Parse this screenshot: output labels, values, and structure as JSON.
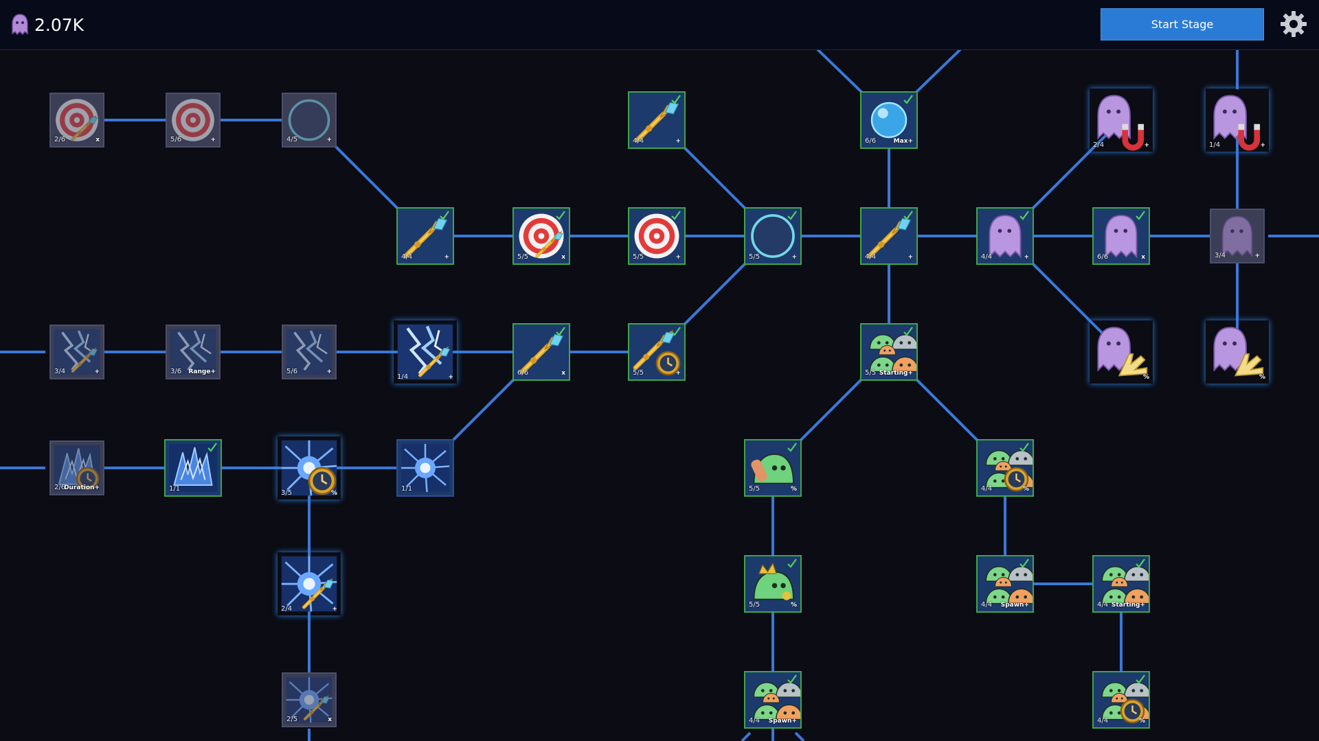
{
  "header": {
    "currency_amount": "2.07K",
    "currency_icon": "ghost-icon",
    "start_label": "Start Stage",
    "settings_icon": "gear-icon"
  },
  "colors": {
    "background": "#0b0c14",
    "connector": "#3a78d8",
    "maxed_border": "#3fa54a",
    "button": "#2a7bd6"
  },
  "nodes": [
    {
      "id": "n1",
      "icon": "target-wand",
      "level": "2/6",
      "suffix": "x",
      "state": "locked"
    },
    {
      "id": "n2",
      "icon": "target",
      "level": "5/6",
      "suffix": "+",
      "state": "locked"
    },
    {
      "id": "n3",
      "icon": "ring",
      "level": "4/5",
      "suffix": "+",
      "state": "locked"
    },
    {
      "id": "n4",
      "icon": "wand",
      "level": "4/4",
      "suffix": "+",
      "state": "maxed"
    },
    {
      "id": "n5",
      "icon": "bubble",
      "level": "6/6",
      "suffix": "Max+",
      "state": "maxed"
    },
    {
      "id": "n6",
      "icon": "ghost-magnet",
      "level": "2/4",
      "suffix": "+",
      "state": "available"
    },
    {
      "id": "n7",
      "icon": "ghost-magnet",
      "level": "1/4",
      "suffix": "+",
      "state": "available"
    },
    {
      "id": "n8",
      "icon": "wand",
      "level": "4/4",
      "suffix": "+",
      "state": "maxed"
    },
    {
      "id": "n9",
      "icon": "target-wand",
      "level": "5/5",
      "suffix": "x",
      "state": "maxed"
    },
    {
      "id": "n10",
      "icon": "target",
      "level": "5/5",
      "suffix": "+",
      "state": "maxed"
    },
    {
      "id": "n11",
      "icon": "ring",
      "level": "5/5",
      "suffix": "+",
      "state": "maxed"
    },
    {
      "id": "n12",
      "icon": "wand",
      "level": "4/4",
      "suffix": "+",
      "state": "maxed"
    },
    {
      "id": "n13",
      "icon": "ghost",
      "level": "4/4",
      "suffix": "+",
      "state": "maxed"
    },
    {
      "id": "n14",
      "icon": "ghost",
      "level": "6/6",
      "suffix": "x",
      "state": "maxed"
    },
    {
      "id": "n15",
      "icon": "ghost",
      "level": "3/4",
      "suffix": "+",
      "state": "locked"
    },
    {
      "id": "n16",
      "icon": "lightning-wand",
      "level": "3/4",
      "suffix": "+",
      "state": "locked"
    },
    {
      "id": "n17",
      "icon": "lightning",
      "level": "3/6",
      "suffix": "Range+",
      "state": "locked"
    },
    {
      "id": "n18",
      "icon": "lightning",
      "level": "5/6",
      "suffix": "+",
      "state": "locked"
    },
    {
      "id": "n19",
      "icon": "lightning-wand",
      "level": "1/4",
      "suffix": "+",
      "state": "available"
    },
    {
      "id": "n20",
      "icon": "wand",
      "level": "6/6",
      "suffix": "x",
      "state": "maxed"
    },
    {
      "id": "n21",
      "icon": "wand-clock",
      "level": "5/5",
      "suffix": "+",
      "state": "maxed"
    },
    {
      "id": "n22",
      "icon": "slimes",
      "level": "5/5",
      "suffix": "Starting+",
      "state": "maxed"
    },
    {
      "id": "n23",
      "icon": "ghost-hand",
      "level": "",
      "suffix": "%",
      "state": "available"
    },
    {
      "id": "n24",
      "icon": "ghost-hand",
      "level": "",
      "suffix": "%",
      "state": "available"
    },
    {
      "id": "n25",
      "icon": "ice-clock",
      "level": "2/6",
      "suffix": "Duration+",
      "state": "locked"
    },
    {
      "id": "n26",
      "icon": "ice",
      "level": "1/1",
      "suffix": "",
      "state": "maxed"
    },
    {
      "id": "n27",
      "icon": "burst-clock",
      "level": "3/5",
      "suffix": "%",
      "state": "available"
    },
    {
      "id": "n28",
      "icon": "burst",
      "level": "1/1",
      "suffix": "",
      "state": "plain"
    },
    {
      "id": "n29",
      "icon": "slime-bandage",
      "level": "5/5",
      "suffix": "%",
      "state": "maxed"
    },
    {
      "id": "n30",
      "icon": "slimes-clock",
      "level": "4/4",
      "suffix": "%",
      "state": "maxed"
    },
    {
      "id": "n31",
      "icon": "burst-wand",
      "level": "2/4",
      "suffix": "+",
      "state": "available"
    },
    {
      "id": "n32",
      "icon": "slime-crown",
      "level": "5/5",
      "suffix": "%",
      "state": "maxed"
    },
    {
      "id": "n33",
      "icon": "slimes",
      "level": "4/4",
      "suffix": "Spawn+",
      "state": "maxed"
    },
    {
      "id": "n34",
      "icon": "slimes",
      "level": "4/4",
      "suffix": "Starting+",
      "state": "maxed"
    },
    {
      "id": "n35",
      "icon": "burst-wand",
      "level": "2/5",
      "suffix": "x",
      "state": "locked"
    },
    {
      "id": "n36",
      "icon": "slimes",
      "level": "4/4",
      "suffix": "Spawn+",
      "state": "maxed"
    },
    {
      "id": "n37",
      "icon": "slimes-clock",
      "level": "4/4",
      "suffix": "%",
      "state": "maxed"
    }
  ],
  "links": [
    [
      "n1",
      "n2"
    ],
    [
      "n2",
      "n3"
    ],
    [
      "n3",
      "n8"
    ],
    [
      "n8",
      "n9"
    ],
    [
      "n9",
      "n10"
    ],
    [
      "n10",
      "n11"
    ],
    [
      "n4",
      "n11"
    ],
    [
      "n11",
      "n12"
    ],
    [
      "n5",
      "n12"
    ],
    [
      "n12",
      "n13"
    ],
    [
      "n13",
      "n14"
    ],
    [
      "n14",
      "n15"
    ],
    [
      "n13",
      "n6"
    ],
    [
      "n13",
      "n23"
    ],
    [
      "n7",
      "n15"
    ],
    [
      "n15",
      "n24"
    ],
    [
      "n12",
      "n22"
    ],
    [
      "n11",
      "n21"
    ],
    [
      "n16",
      "n17"
    ],
    [
      "n17",
      "n18"
    ],
    [
      "n18",
      "n19"
    ],
    [
      "n19",
      "n20"
    ],
    [
      "n20",
      "n21"
    ],
    [
      "n20",
      "n28"
    ],
    [
      "n25",
      "n26"
    ],
    [
      "n26",
      "n27"
    ],
    [
      "n27",
      "n28"
    ],
    [
      "n27",
      "n31"
    ],
    [
      "n31",
      "n35"
    ],
    [
      "n22",
      "n29"
    ],
    [
      "n22",
      "n30"
    ],
    [
      "n29",
      "n32"
    ],
    [
      "n32",
      "n36"
    ],
    [
      "n30",
      "n33"
    ],
    [
      "n33",
      "n34"
    ],
    [
      "n34",
      "n37"
    ]
  ]
}
